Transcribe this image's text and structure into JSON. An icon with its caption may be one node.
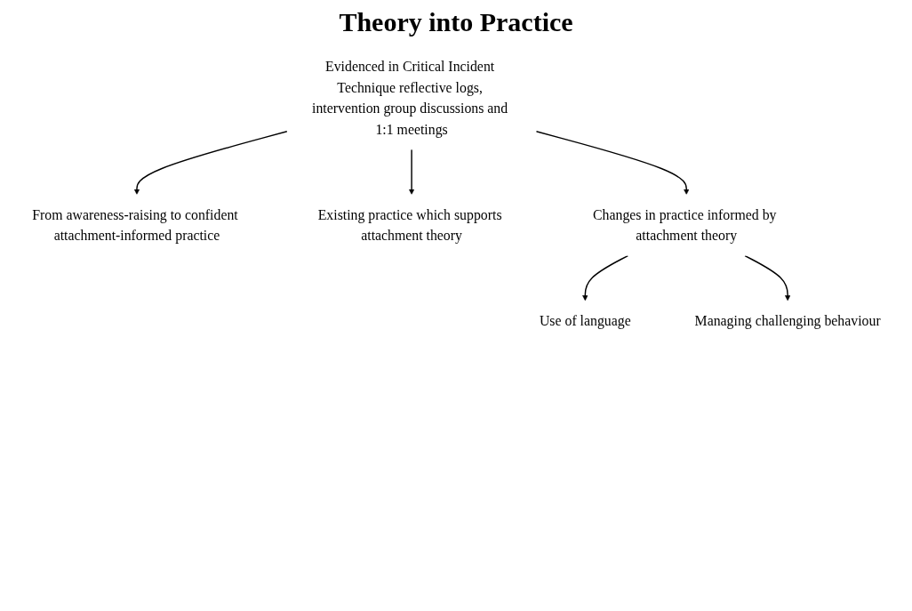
{
  "diagram": {
    "title": "Theory into Practice",
    "nodes": [
      {
        "text": [
          "Evidenced in Critical Incident Technique reflective logs, intervention group discussions and 1:1 meetings"
        ]
      },
      {
        "text": [
          "From awareness-raising to confident attachment-informed practice"
        ]
      },
      {
        "text": [
          "Existing practice which supports attachment theory"
        ]
      },
      {
        "text": [
          "Changes in practice informed by attachment theory"
        ]
      },
      {
        "text": [
          "Use of language"
        ]
      },
      {
        "text": [
          "Managing challenging behaviour"
        ]
      }
    ],
    "edges": [
      {
        "from": 0,
        "to": 1,
        "arrow": "to"
      },
      {
        "from": 0,
        "to": 2,
        "arrow": "to"
      },
      {
        "from": 0,
        "to": 3,
        "arrow": "to"
      },
      {
        "from": 3,
        "to": 4,
        "arrow": "to"
      },
      {
        "from": 3,
        "to": 5,
        "arrow": "to"
      }
    ]
  }
}
